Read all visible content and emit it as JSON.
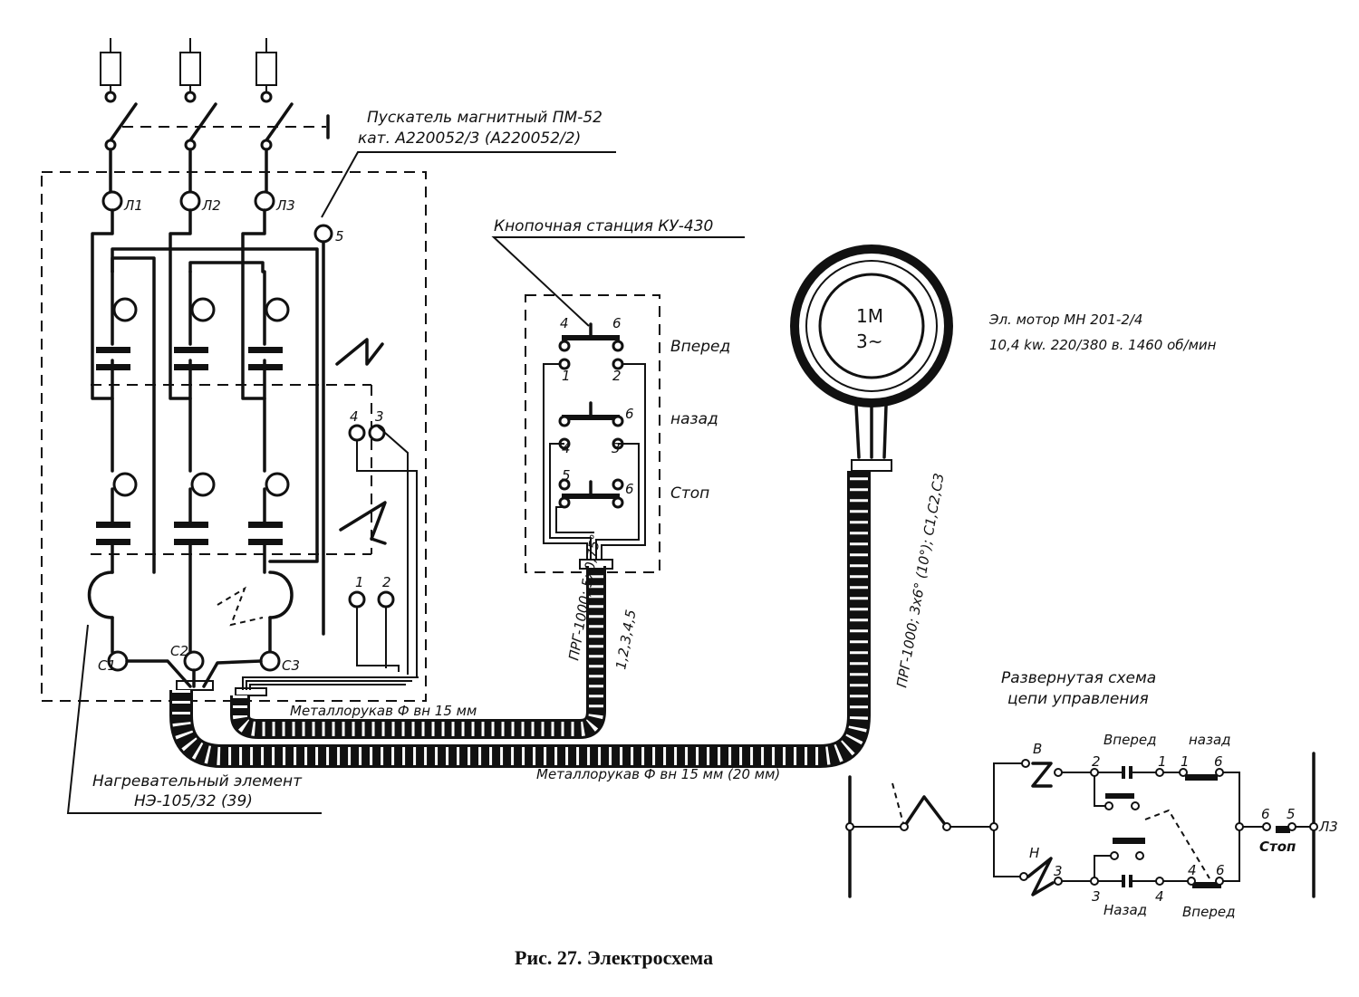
{
  "caption": "Рис. 27. Электросхема",
  "labels": {
    "starter_line1": "Пускатель магнитный ПМ-52",
    "starter_line2": "кат. А220052/3 (А220052/2)",
    "button_station": "Кнопочная станция КУ-430",
    "motor_line1": "Эл. мотор МН 201-2/4",
    "motor_line2": "10,4 kw. 220/380 в. 1460 об/мин",
    "motor_name": "1М",
    "motor_phase": "3~",
    "heater_line1": "Нагревательный элемент",
    "heater_line2": "НЭ-105/32 (39)",
    "conduit_small": "Металлорукав Ф вн 15 мм",
    "conduit_main": "Металлорукав Ф вн 15 мм (20 мм)",
    "cable_buttons": "ПРГ-1000; 5х0,75°",
    "cable_buttons_wires": "1,2,3,4,5",
    "cable_motor": "ПРГ-1000; 3х6° (10°); С1,С2,С3",
    "control_title_1": "Развернутая схема",
    "control_title_2": "цепи управления"
  },
  "terminals": {
    "l1": "Л1",
    "l2": "Л2",
    "l3": "Л3",
    "t5": "5",
    "c1": "С1",
    "c2": "С2",
    "c3": "С3",
    "r4": "4",
    "r3": "3",
    "r1": "1",
    "r2": "2"
  },
  "button_station": {
    "forward": "Вперед",
    "back": "назад",
    "stop": "Стоп",
    "n4a": "4",
    "n6a": "6",
    "n1": "1",
    "n2": "2",
    "n6b": "6",
    "n4b": "4",
    "n3": "3",
    "n5": "5",
    "n6c": "6"
  },
  "control": {
    "coil_b": "В",
    "coil_h": "Н",
    "forward_top": "Вперед",
    "back_top": "назад",
    "n2": "2",
    "n1a": "1",
    "n1b": "1",
    "n6a": "6",
    "n3coil": "3",
    "n3": "3",
    "n4a": "4",
    "n4b": "4",
    "n6b": "6",
    "back_bottom": "Назад",
    "forward_bottom": "Вперед",
    "stop": "Стоп",
    "n6c": "6",
    "n5": "5",
    "l3": "Л3"
  }
}
